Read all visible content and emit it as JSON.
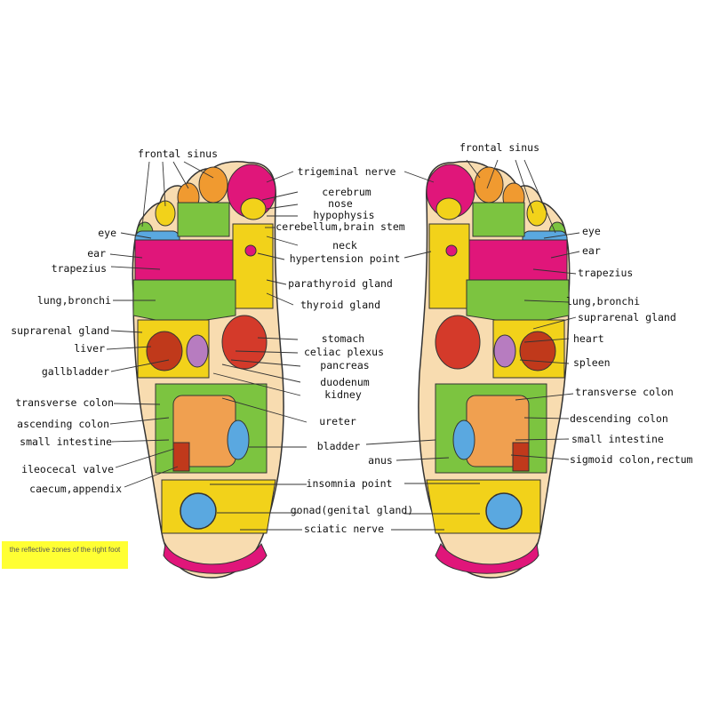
{
  "caption": "the reflective zones of the right foot",
  "labels": {
    "frontal_sinus_l": "frontal sinus",
    "frontal_sinus_r": "frontal sinus",
    "trigeminal_nerve": "trigeminal nerve",
    "cerebrum": "cerebrum",
    "nose": "nose",
    "hypophysis": "hypophysis",
    "cerebellum": "cerebellum,brain stem",
    "neck": "neck",
    "hypertension_point": "hypertension point",
    "parathyroid": "parathyroid gland",
    "thyroid": "thyroid gland",
    "stomach": "stomach",
    "celiac": "celiac plexus",
    "pancreas": "pancreas",
    "duodenum": "duodenum",
    "kidney": "kidney",
    "ureter": "ureter",
    "bladder": "bladder",
    "anus": "anus",
    "insomnia": "insomnia point",
    "gonad": "gonad(genital gland)",
    "sciatic": "sciatic nerve",
    "eye_l": "eye",
    "ear_l": "ear",
    "trapezius_l": "trapezius",
    "lung_l": "lung,bronchi",
    "suprarenal_l": "suprarenal gland",
    "liver": "liver",
    "gallbladder": "gallbladder",
    "transverse_l": "transverse colon",
    "ascending": "ascending colon",
    "small_l": "small intestine",
    "ileocecal": "ileocecal valve",
    "caecum": "caecum,appendix",
    "eye_r": "eye",
    "ear_r": "ear",
    "trapezius_r": "trapezius",
    "lung_r": "lung,bronchi",
    "suprarenal_r": "suprarenal gland",
    "heart": "heart",
    "spleen": "spleen",
    "transverse_r": "transverse colon",
    "descending": "descending colon",
    "small_r": "small intestine",
    "sigmoid": "sigmoid colon,rectum"
  },
  "colors": {
    "skin": "#f8dcb0",
    "yellow": "#f2d21a",
    "green": "#7cc440",
    "magenta": "#e0167a",
    "orange": "#f09a30",
    "blue": "#5aa8e0",
    "caption_bg": "#ffff33"
  }
}
